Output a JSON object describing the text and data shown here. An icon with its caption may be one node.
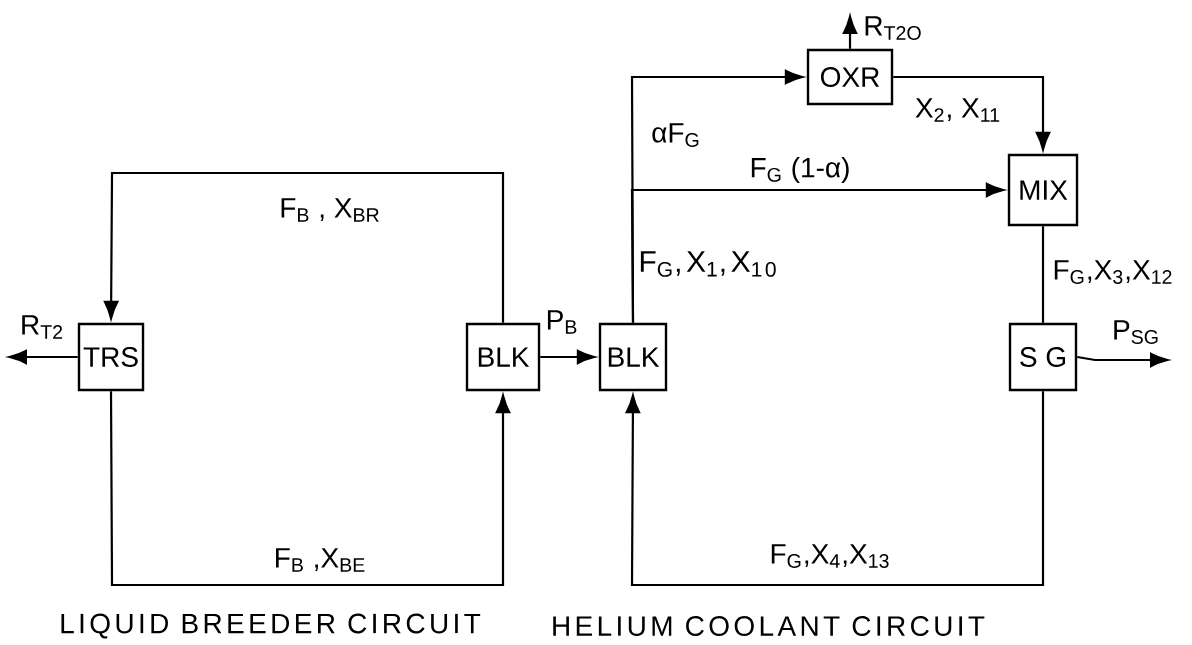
{
  "diagram": {
    "nodes": [
      {
        "text": [
          "TRS"
        ]
      },
      {
        "text": [
          "BLK"
        ]
      },
      {
        "text": [
          "BLK"
        ]
      },
      {
        "text": [
          "OXR"
        ]
      },
      {
        "text": [
          "MIX"
        ]
      },
      {
        "text": [
          "S G"
        ]
      }
    ],
    "edges": [
      {
        "from": 1,
        "to": 0,
        "arrow": "to",
        "label": "F$_{B}$ , X$_{BR}$"
      },
      {
        "from": 0,
        "to": 1,
        "arrow": "to",
        "label": "F$_{B}$ ,X$_{BE}$"
      },
      {
        "from": 0,
        "to": null,
        "arrow": "to",
        "label": "R$_{T2}$"
      },
      {
        "from": 1,
        "to": 2,
        "arrow": "to",
        "label": "P$_{B}$"
      },
      {
        "from": 2,
        "to": 3,
        "arrow": "to",
        "label": "αF$_{G}$"
      },
      {
        "from": 2,
        "to": 4,
        "arrow": "to",
        "label": "F$_{G}$ (1-α)"
      },
      {
        "from": 3,
        "to": 4,
        "arrow": "to",
        "label": "X$_{2}$, X$_{11}$"
      },
      {
        "from": 3,
        "to": null,
        "arrow": "to",
        "label": "R$_{T2O}$"
      },
      {
        "from": 4,
        "to": 5,
        "arrow": "none",
        "label": "F$_{G}$,X$_{3}$,X$_{12}$"
      },
      {
        "from": 5,
        "to": 2,
        "arrow": "to",
        "label": "F$_{G}$,X$_{4}$,X$_{13}$"
      },
      {
        "from": 5,
        "to": null,
        "arrow": "to",
        "label": "P$_{SG}$"
      }
    ],
    "labels": [
      "F$_{G}$,X$_{1}$,X$_{10}$",
      "LIQUID BREEDER CIRCUIT",
      "HELIUM COOLANT CIRCUIT"
    ]
  }
}
